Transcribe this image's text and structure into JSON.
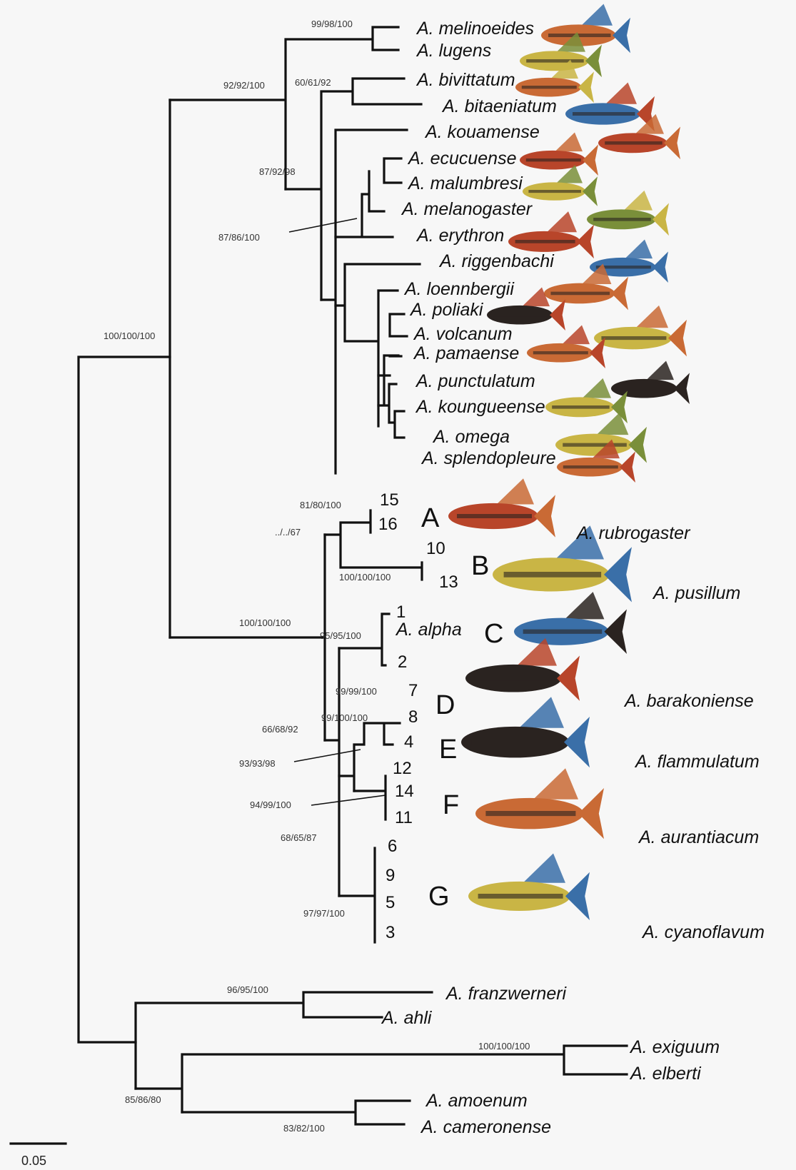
{
  "tips": [
    {
      "id": "melinoeides",
      "text": "A. melinoeides"
    },
    {
      "id": "lugens",
      "text": "A. lugens"
    },
    {
      "id": "bivittatum",
      "text": "A. bivittatum"
    },
    {
      "id": "bitaeniatum",
      "text": "A. bitaeniatum"
    },
    {
      "id": "kouamense",
      "text": "A. kouamense"
    },
    {
      "id": "ecucuense",
      "text": "A. ecucuense"
    },
    {
      "id": "malumbresi",
      "text": "A. malumbresi"
    },
    {
      "id": "melanogaster",
      "text": "A. melanogaster"
    },
    {
      "id": "erythron",
      "text": "A. erythron"
    },
    {
      "id": "riggenbachi",
      "text": "A. riggenbachi"
    },
    {
      "id": "loennbergii",
      "text": "A. loennbergii"
    },
    {
      "id": "poliaki",
      "text": "A. poliaki"
    },
    {
      "id": "volcanum",
      "text": "A. volcanum"
    },
    {
      "id": "pamaense",
      "text": "A.  pamaense"
    },
    {
      "id": "punctulatum",
      "text": "A. punctulatum"
    },
    {
      "id": "koungueense",
      "text": "A. koungueense"
    },
    {
      "id": "omega",
      "text": "A. omega"
    },
    {
      "id": "splendopleure",
      "text": "A. splendopleure"
    },
    {
      "id": "alpha",
      "text": "A. alpha"
    },
    {
      "id": "franzwerneri",
      "text": "A. franzwerneri"
    },
    {
      "id": "ahli",
      "text": "A. ahli"
    },
    {
      "id": "exiguum",
      "text": "A. exiguum"
    },
    {
      "id": "elberti",
      "text": "A. elberti"
    },
    {
      "id": "amoenum",
      "text": "A. amoenum"
    },
    {
      "id": "cameronense",
      "text": "A. cameronense"
    }
  ],
  "specimen_numbers": [
    "15",
    "16",
    "10",
    "13",
    "1",
    "2",
    "7",
    "8",
    "4",
    "12",
    "14",
    "11",
    "6",
    "9",
    "5",
    "3"
  ],
  "clades": [
    {
      "letter": "A",
      "species": "A. rubrogaster"
    },
    {
      "letter": "B",
      "species": "A. pusillum"
    },
    {
      "letter": "C",
      "species": ""
    },
    {
      "letter": "D",
      "species": "A. barakoniense"
    },
    {
      "letter": "E",
      "species": "A. flammulatum"
    },
    {
      "letter": "F",
      "species": "A. aurantiacum"
    },
    {
      "letter": "G",
      "species": "A. cyanoflavum"
    }
  ],
  "support_values": [
    "99/98/100",
    "92/92/100",
    "60/61/92",
    "87/92/98",
    "87/86/100",
    "100/100/100",
    "81/80/100",
    "../../67",
    "100/100/100",
    "100/100/100",
    "95/95/100",
    "99/99/100",
    "99/100/100",
    "66/68/92",
    "93/93/98",
    "94/99/100",
    "68/65/87",
    "97/97/100",
    "96/95/100",
    "100/100/100",
    "85/86/80",
    "83/82/100"
  ],
  "scale_bar": {
    "label": "0.05"
  },
  "fish_palette": {
    "red": "#b8452a",
    "orange": "#c96a35",
    "blue": "#3a6fa8",
    "yellow": "#c9b545",
    "dark": "#2a2320",
    "green": "#7a8f3a"
  }
}
